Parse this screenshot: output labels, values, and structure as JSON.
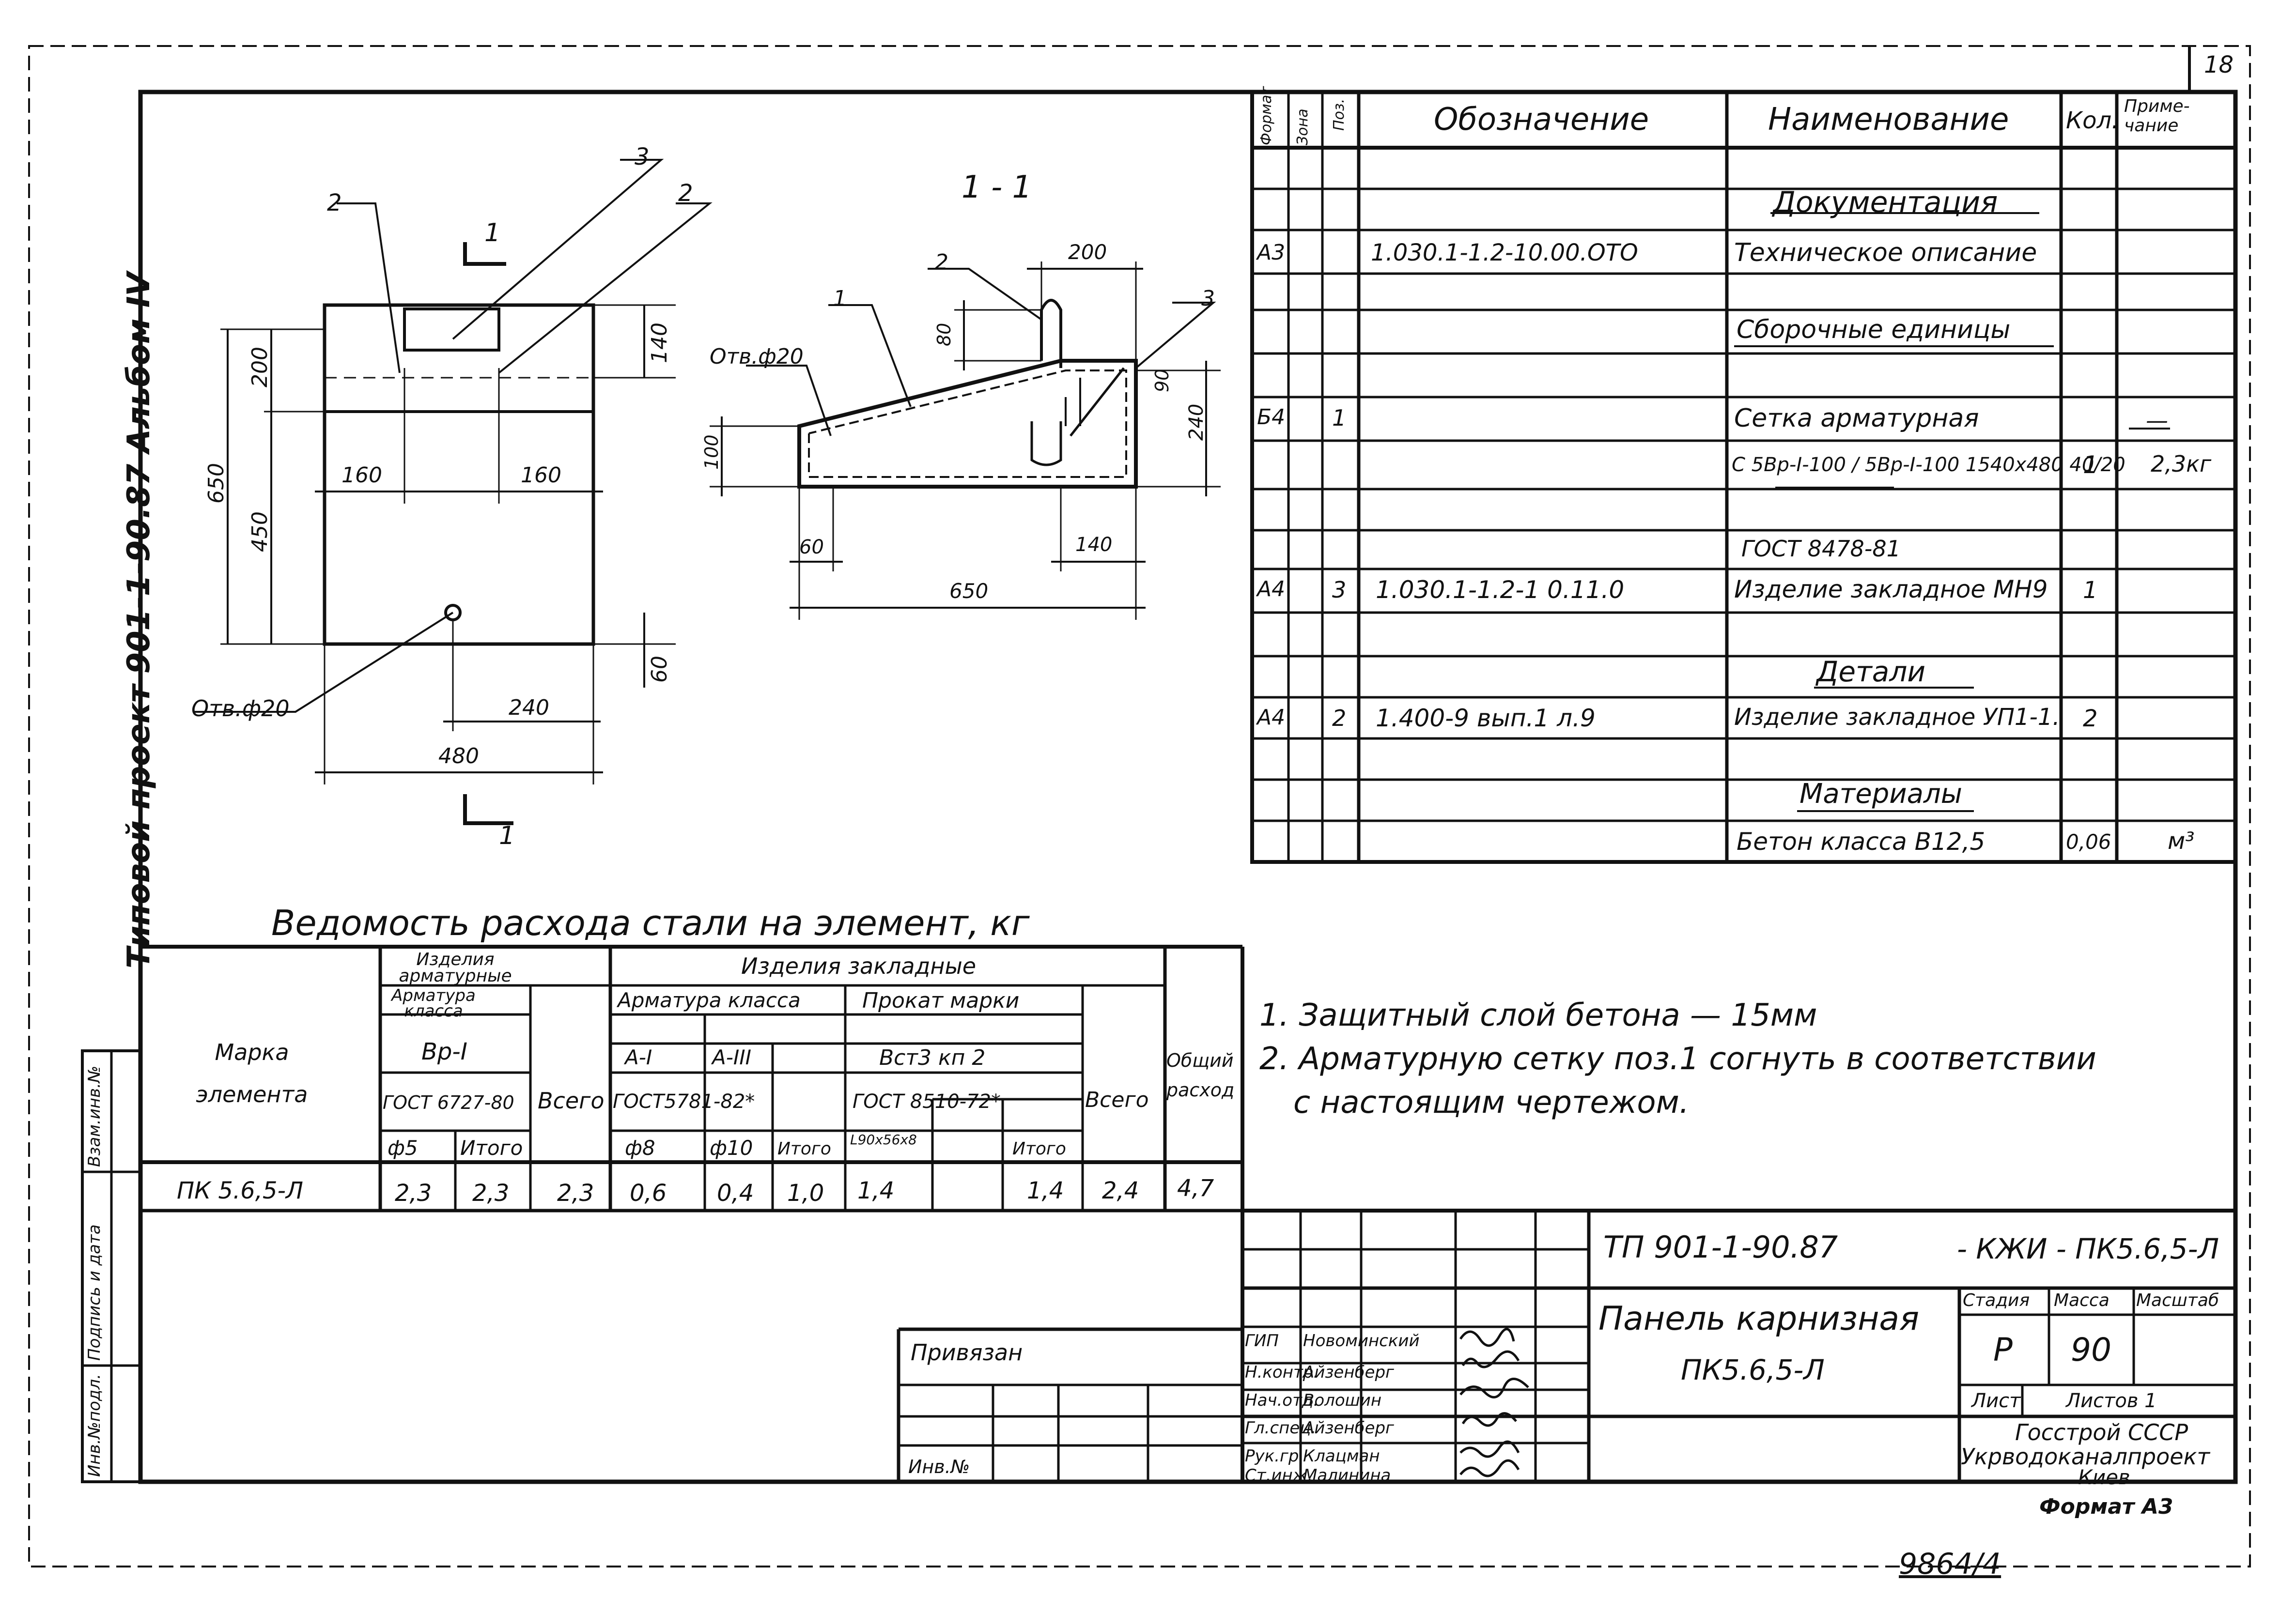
{
  "sheet": {
    "sheet_number": "18",
    "side_title": "Типовой проект 901-1-90.87 Альбом IV",
    "format": "Формат А3",
    "archive_number": "9864/4"
  },
  "left_strip": [
    "Инв.№подл.",
    "Подпись и дата",
    "Взам.инв.№"
  ],
  "plan_view": {
    "section_mark": "1",
    "pos_2a": "2",
    "pos_3": "3",
    "pos_2b": "2",
    "dim_200": "200",
    "dim_450": "450",
    "dim_650": "650",
    "dim_140": "140",
    "dim_160a": "160",
    "dim_160b": "160",
    "dim_60": "60",
    "dim_240": "240",
    "dim_480": "480",
    "hole": "Отв.ф20"
  },
  "section_view": {
    "title": "1 - 1",
    "pos_2": "2",
    "pos_1": "1",
    "pos_3": "3",
    "dim_200": "200",
    "dim_80": "80",
    "dim_90": "90",
    "dim_240": "240",
    "dim_100": "100",
    "dim_60": "60",
    "dim_140": "140",
    "dim_650": "650",
    "hole": "Отв.ф20"
  },
  "spec_table": {
    "headers": {
      "format": "Формат",
      "zone": "Зона",
      "pos": "Поз.",
      "designation": "Обозначение",
      "name": "Наименование",
      "qty": "Кол.",
      "note": "Приме-чание"
    },
    "rows": [
      {
        "format": "",
        "pos": "",
        "designation": "",
        "name": "Документация",
        "qty": "",
        "note": "",
        "section": true
      },
      {
        "format": "А3",
        "pos": "",
        "designation": "1.030.1-1.2-10.00.ОТО",
        "name": "Техническое описание",
        "qty": "",
        "note": ""
      },
      {
        "format": "",
        "pos": "",
        "designation": "",
        "name": "Сборочные единицы",
        "qty": "",
        "note": "",
        "section": true
      },
      {
        "format": "Б4",
        "pos": "1",
        "designation": "",
        "name": "Сетка арматурная",
        "qty": "",
        "note": "—"
      },
      {
        "format": "",
        "pos": "",
        "designation": "",
        "name": "С 5Вр-I-100 / 5Вр-I-100 1540х480 40/20",
        "qty": "1",
        "note": "2,3кг"
      },
      {
        "format": "",
        "pos": "",
        "designation": "",
        "name": "ГОСТ 8478-81",
        "qty": "",
        "note": ""
      },
      {
        "format": "А4",
        "pos": "3",
        "designation": "1.030.1-1.2-1 0.11.0",
        "name": "Изделие закладное МН9",
        "qty": "1",
        "note": ""
      },
      {
        "format": "",
        "pos": "",
        "designation": "",
        "name": "Детали",
        "qty": "",
        "note": "",
        "section": true
      },
      {
        "format": "А4",
        "pos": "2",
        "designation": "1.400-9 вып.1 л.9",
        "name": "Изделие закладное УП1-1.",
        "qty": "2",
        "note": ""
      },
      {
        "format": "",
        "pos": "",
        "designation": "",
        "name": "Материалы",
        "qty": "",
        "note": "",
        "section": true
      },
      {
        "format": "",
        "pos": "",
        "designation": "",
        "name": "Бетон класса В12,5",
        "qty": "0,06",
        "note": "м³"
      }
    ]
  },
  "steel_table": {
    "title": "Ведомость расхода стали на элемент, кг",
    "h_mark": "Марка элемента",
    "h_reinf": "Изделия арматурные",
    "h_reinf_class": "Арматура класса",
    "h_reinf_grade": "Вр-I",
    "h_reinf_gost": "ГОСТ 6727-80",
    "h_d5": "ф5",
    "h_total1": "Итого",
    "h_all1": "Всего",
    "h_embed": "Изделия закладные",
    "h_embed_class": "Арматура класса",
    "h_a1": "А-I",
    "h_a3": "А-III",
    "h_embed_gost": "ГОСТ5781-82*",
    "h_d8": "ф8",
    "h_d10": "ф10",
    "h_total2": "Итого",
    "h_rolled": "Прокат марки",
    "h_rolled_grade": "Вст3 кп 2",
    "h_rolled_gost": "ГОСТ 8510-72*",
    "h_angle": "L90х56х8",
    "h_total3": "Итого",
    "h_all2": "Всего",
    "h_grand": "Общий расход",
    "row": {
      "mark": "ПК 5.6,5-Л",
      "d5": "2,3",
      "total1": "2,3",
      "all1": "2,3",
      "d8": "0,6",
      "d10": "0,4",
      "total2": "1,0",
      "angle": "1,4",
      "total3": "1,4",
      "all2": "2,4",
      "grand": "4,7"
    }
  },
  "notes": [
    "1. Защитный слой бетона — 15мм",
    "2. Арматурную сетку поз.1 согнуть в соответствии",
    "с настоящим чертежом."
  ],
  "title_block": {
    "code": "ТП 901-1-90.87",
    "code_suffix": "- КЖИ - ПК5.6,5-Л",
    "name_line1": "Панель карнизная",
    "name_line2": "ПК5.6,5-Л",
    "stage_label": "Стадия",
    "mass_label": "Масса",
    "scale_label": "Масштаб",
    "stage": "Р",
    "mass": "90",
    "sheet_label": "Лист",
    "sheets_label": "Листов 1",
    "org1": "Госстрой СССР",
    "org2": "Укрводоканалпроект",
    "org3": "Киев",
    "bound": "Привязан",
    "inv": "Инв.№",
    "roles": [
      {
        "role": "ГИП",
        "name": "Новоминский"
      },
      {
        "role": "Н.контр.",
        "name": "Айзенберг"
      },
      {
        "role": "Нач.отд.",
        "name": "Волошин"
      },
      {
        "role": "Гл.спец.",
        "name": "Айзенберг"
      },
      {
        "role": "Рук.гр.",
        "name": "Клацман"
      },
      {
        "role": "Ст.инж.",
        "name": "Малинина"
      }
    ]
  }
}
